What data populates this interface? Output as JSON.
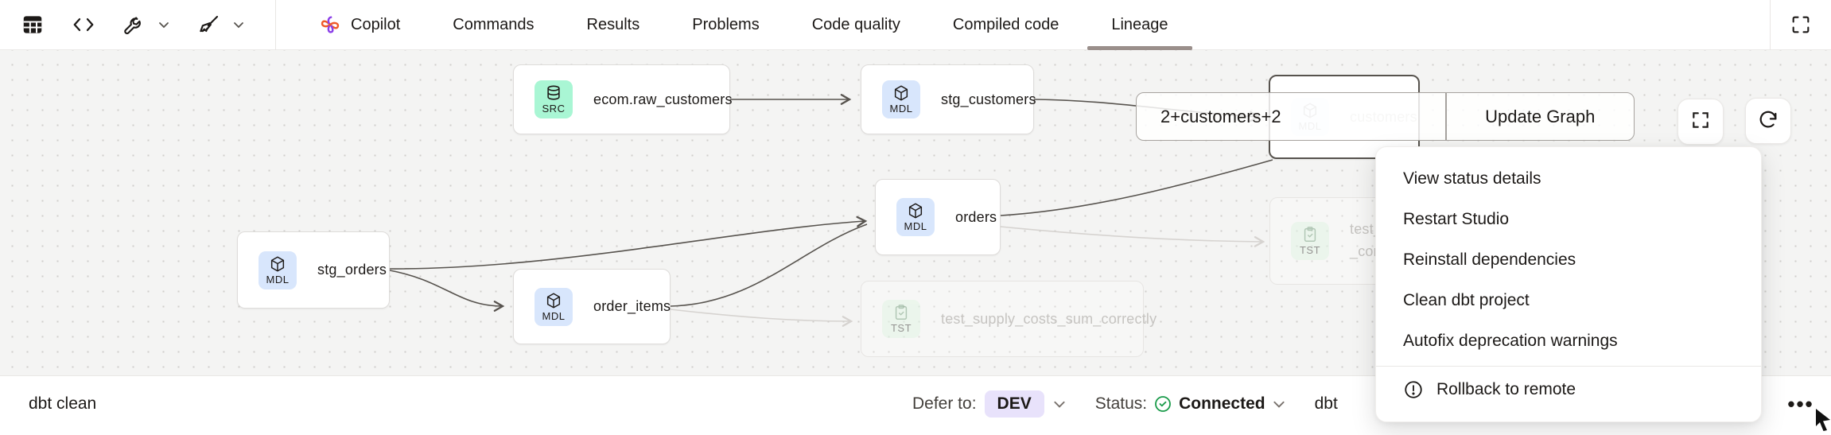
{
  "toolbar": {
    "icons": [
      {
        "name": "table-icon"
      },
      {
        "name": "code-icon"
      },
      {
        "name": "wrench-icon",
        "has_chevron": true
      },
      {
        "name": "broom-icon",
        "has_chevron": true
      }
    ],
    "tabs": [
      {
        "label": "Copilot",
        "icon": "copilot-icon",
        "active": false
      },
      {
        "label": "Commands",
        "active": false
      },
      {
        "label": "Results",
        "active": false
      },
      {
        "label": "Problems",
        "active": false
      },
      {
        "label": "Code quality",
        "active": false
      },
      {
        "label": "Compiled code",
        "active": false
      },
      {
        "label": "Lineage",
        "active": true
      }
    ]
  },
  "canvas": {
    "nodes": [
      {
        "id": "raw_customers",
        "label": "ecom.raw_customers",
        "badge": "SRC",
        "kind": "src",
        "state": "normal"
      },
      {
        "id": "stg_customers",
        "label": "stg_customers",
        "badge": "MDL",
        "kind": "mdl",
        "state": "normal"
      },
      {
        "id": "customers",
        "label": "customers",
        "badge": "MDL",
        "kind": "mdl",
        "state": "selected-washed"
      },
      {
        "id": "stg_orders",
        "label": "stg_orders",
        "badge": "MDL",
        "kind": "mdl",
        "state": "normal"
      },
      {
        "id": "orders",
        "label": "orders",
        "badge": "MDL",
        "kind": "mdl",
        "state": "normal"
      },
      {
        "id": "order_items",
        "label": "order_items",
        "badge": "MDL",
        "kind": "mdl",
        "state": "normal"
      },
      {
        "id": "test_supply",
        "label": "test_supply_costs_sum_correctly",
        "badge": "TST",
        "kind": "tst",
        "state": "faded"
      },
      {
        "id": "test_or",
        "label_lines": [
          "test_or",
          "_correc"
        ],
        "badge": "TST",
        "kind": "tst",
        "state": "faded"
      }
    ],
    "search": {
      "value": "2+customers+2",
      "update_label": "Update Graph"
    }
  },
  "menu": {
    "items": [
      {
        "label": "View status details"
      },
      {
        "label": "Restart Studio"
      },
      {
        "label": "Reinstall dependencies"
      },
      {
        "label": "Clean dbt project"
      },
      {
        "label": "Autofix deprecation warnings"
      },
      {
        "label": "Rollback to remote",
        "icon": "alert-circle-icon",
        "divider_before": true
      }
    ]
  },
  "status_bar": {
    "command": "dbt clean",
    "defer_label": "Defer to:",
    "defer_value": "DEV",
    "status_label": "Status:",
    "status_value": "Connected",
    "partial_text": "dbt",
    "more_label": "•••"
  },
  "colors": {
    "lineage_underline": "#9a8f8b",
    "src_badge_bg": "#a9f6d4",
    "mdl_badge_bg": "#d8e6fc",
    "tst_badge_bg": "#ddf3e0",
    "dev_badge_bg": "#e8e2fb",
    "status_green": "#1a9b4a",
    "copilot_orange": "#f05a28",
    "copilot_purple": "#8b3fe8"
  }
}
